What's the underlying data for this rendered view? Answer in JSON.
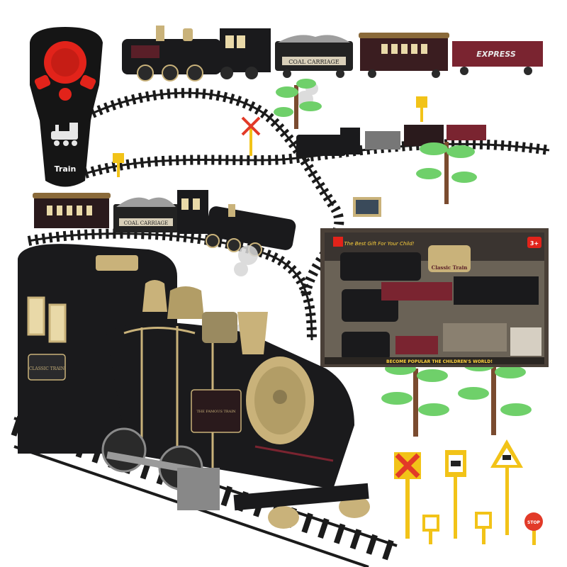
{
  "remote": {
    "label": "Train"
  },
  "carriages": {
    "top_coal_label": "COAL CARRIAGE",
    "top_express_label": "EXPRESS",
    "mid_coal_label": "COAL CARRIAGE",
    "locomotive_badge": "CLASSIC TRAIN",
    "nameplate": "THE FAMOUS TRAIN"
  },
  "box": {
    "tagline_top": "The Best Gift For Your Child!",
    "tagline_bottom": "BECOME POPULAR THE CHILDREN'S WORLD!",
    "age": "3+",
    "brand": "Classic Train"
  },
  "signs": {
    "stop": "STOP"
  },
  "colors": {
    "loco_body": "#1a1a1c",
    "brass": "#c9b27a",
    "track": "#1b1b1b",
    "tree_leaf": "#6fd06a",
    "tree_trunk": "#7a4b2f",
    "sign_yellow": "#f2c318",
    "sign_red": "#e23a28",
    "express_red": "#7a2430",
    "remote_red": "#e2231a"
  }
}
